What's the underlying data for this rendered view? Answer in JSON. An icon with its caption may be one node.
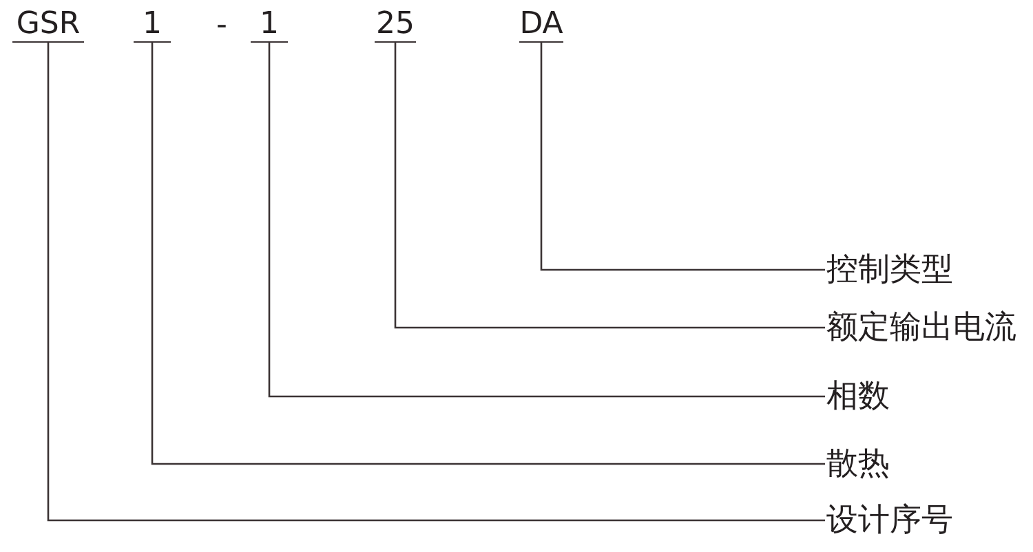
{
  "diagram": {
    "nodes": [
      {
        "text": [
          "GSR"
        ]
      },
      {
        "text": [
          "1"
        ]
      },
      {
        "text": [
          "1"
        ]
      },
      {
        "text": [
          "25"
        ]
      },
      {
        "text": [
          "DA"
        ]
      },
      {
        "text": [
          "控制类型"
        ]
      },
      {
        "text": [
          "额定输出电流"
        ]
      },
      {
        "text": [
          "相数"
        ]
      },
      {
        "text": [
          "散热"
        ]
      },
      {
        "text": [
          "设计序号"
        ]
      }
    ],
    "edges": [
      {
        "from": 4,
        "to": 5,
        "arrow": "none"
      },
      {
        "from": 3,
        "to": 6,
        "arrow": "none"
      },
      {
        "from": 2,
        "to": 7,
        "arrow": "none"
      },
      {
        "from": 1,
        "to": 8,
        "arrow": "none"
      },
      {
        "from": 0,
        "to": 9,
        "arrow": "none"
      }
    ],
    "labels": [
      "-"
    ]
  }
}
